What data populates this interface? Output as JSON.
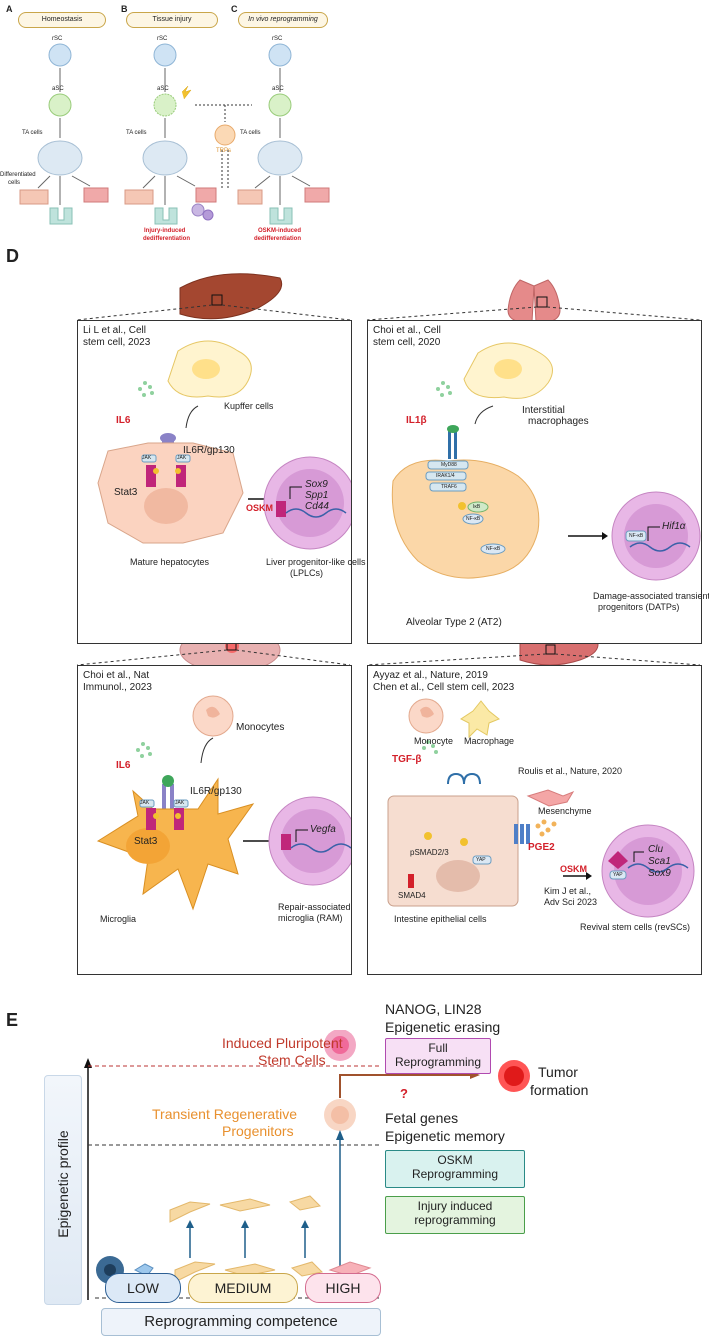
{
  "top": {
    "panels": [
      {
        "letter": "A",
        "title": "Homeostasis"
      },
      {
        "letter": "B",
        "title": "Tissue injury"
      },
      {
        "letter": "C",
        "title": "In vivo reprogramming"
      }
    ],
    "labels": {
      "rsc": "rSC",
      "asc": "aSC",
      "ta": "TA cells",
      "diff1": "Differentiated",
      "diff2": "cells",
      "trps": "TRPs",
      "injury1": "Injury-induced",
      "injury2": "dedifferentiation",
      "oskm1": "OSKM-induced",
      "oskm2": "dedifferentiation"
    }
  },
  "d": {
    "letter": "D",
    "liver": {
      "ref1": "Li L et al., Cell",
      "ref2": "stem cell, 2023",
      "kupffer": "Kupffer cells",
      "il6": "IL6",
      "receptor": "IL6R/gp130",
      "jak": "JAK",
      "stat3": "Stat3",
      "oskm": "OSKM",
      "genes": [
        "Sox9",
        "Spp1",
        "Cd44"
      ],
      "cell": "Mature hepatocytes",
      "target1": "Liver progenitor-like cells",
      "target2": "(LPLCs)"
    },
    "lung": {
      "ref1": "Choi et al., Cell",
      "ref2": "stem cell, 2020",
      "macro1": "Interstitial",
      "macro2": "macrophages",
      "il1b": "IL1β",
      "myd88": "MyD88",
      "irak": "IRAK1/4",
      "traf": "TRAF6",
      "ikb": "IκB",
      "nfkb": "NF-κB",
      "gene": "Hif1α",
      "cell": "Alveolar Type 2 (AT2)",
      "target1": "Damage-associated transient",
      "target2": "progenitors (DATPs)"
    },
    "brain": {
      "ref1": "Choi et al., Nat",
      "ref2": "Immunol., 2023",
      "mono": "Monocytes",
      "il6": "IL6",
      "receptor": "IL6R/gp130",
      "jak": "JAK",
      "stat3": "Stat3",
      "gene": "Vegfa",
      "cell": "Microglia",
      "target1": "Repair-associated",
      "target2": "microglia (RAM)"
    },
    "gut": {
      "ref1": "Ayyaz et al., Nature, 2019",
      "ref2": "Chen et al., Cell stem cell, 2023",
      "mono": "Monocyte",
      "macro": "Macrophage",
      "tgfb": "TGF-β",
      "roulis": "Roulis et al., Nature, 2020",
      "mes": "Mesenchyme",
      "psmad": "pSMAD2/3",
      "smad4": "SMAD4",
      "yap": "YAP",
      "pge2": "PGE2",
      "oskm": "OSKM",
      "kim1": "Kim J et al.,",
      "kim2": "Adv Sci 2023",
      "genes": [
        "Clu",
        "Sca1",
        "Sox9"
      ],
      "cell": "Intestine epithelial cells",
      "target": "Revival stem cells (revSCs)"
    }
  },
  "e": {
    "letter": "E",
    "yaxis": "Epigenetic profile",
    "ipsc1": "Induced Pluripotent",
    "ipsc2": "Stem Cells",
    "trp1": "Transient Regenerative",
    "trp2": "Progenitors",
    "nanog1": "NANOG, LIN28",
    "nanog2": "Epigenetic erasing",
    "full1": "Full",
    "full2": "Reprogramming",
    "fetal1": "Fetal genes",
    "fetal2": "Epigenetic memory",
    "oskm1": "OSKM",
    "oskm2": "Reprogramming",
    "inj1": "Injury induced",
    "inj2": "reprogramming",
    "tumor1": "Tumor",
    "tumor2": "formation",
    "question": "?",
    "low": "LOW",
    "medium": "MEDIUM",
    "high": "HIGH",
    "xaxis": "Reprogramming competence"
  }
}
